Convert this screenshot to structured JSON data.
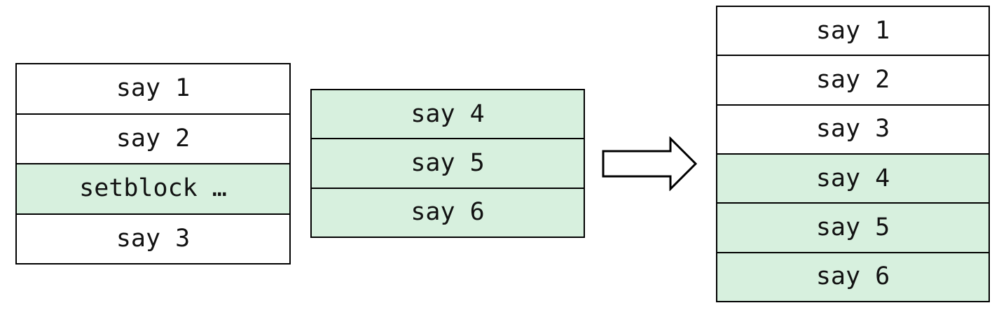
{
  "colors": {
    "highlight_green": "#d7f0de",
    "row_white": "#ffffff",
    "border_black": "#000000",
    "text": "#121212"
  },
  "arrow": {
    "icon": "right-block-arrow",
    "direction": "right"
  },
  "tables": {
    "left": {
      "rows": [
        {
          "label": "say 1",
          "highlighted": false
        },
        {
          "label": "say 2",
          "highlighted": false
        },
        {
          "label": "setblock …",
          "highlighted": true
        },
        {
          "label": "say 3",
          "highlighted": false
        }
      ]
    },
    "middle": {
      "rows": [
        {
          "label": "say 4",
          "highlighted": true
        },
        {
          "label": "say 5",
          "highlighted": true
        },
        {
          "label": "say 6",
          "highlighted": true
        }
      ]
    },
    "right": {
      "rows": [
        {
          "label": "say 1",
          "highlighted": false
        },
        {
          "label": "say 2",
          "highlighted": false
        },
        {
          "label": "say 3",
          "highlighted": false
        },
        {
          "label": "say 4",
          "highlighted": true
        },
        {
          "label": "say 5",
          "highlighted": true
        },
        {
          "label": "say 6",
          "highlighted": true
        }
      ]
    }
  }
}
